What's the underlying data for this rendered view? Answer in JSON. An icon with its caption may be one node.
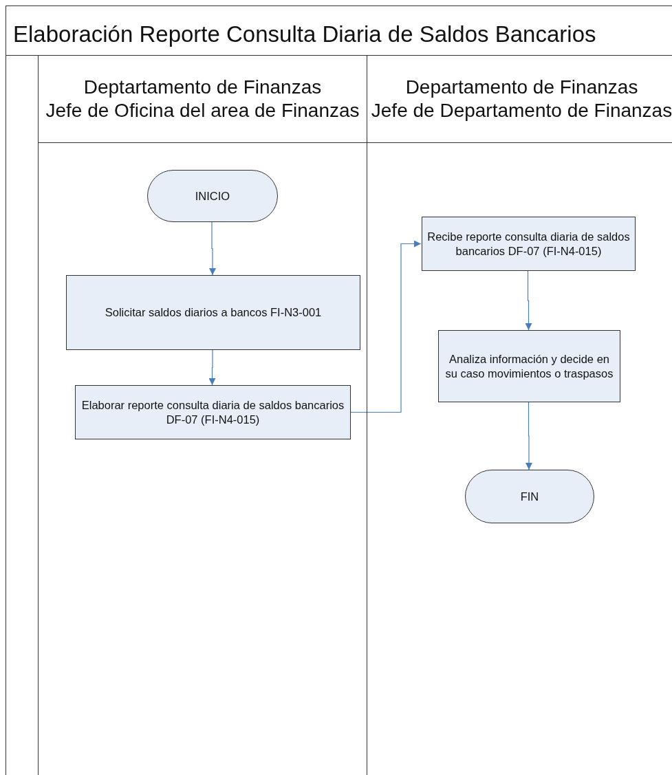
{
  "diagram": {
    "title": "Elaboración Reporte Consulta Diaria de Saldos Bancarios",
    "nodes": [
      {
        "text": [
          "Deptartamento de Finanzas",
          "Jefe de Oficina del area de Finanzas"
        ]
      },
      {
        "text": [
          "Departamento de Finanzas",
          "Jefe de Departamento de Finanzas"
        ]
      },
      {
        "text": [
          "INICIO"
        ],
        "in": 0
      },
      {
        "text": [
          "Solicitar saldos diarios a bancos FI-N3-001"
        ],
        "in": 0
      },
      {
        "text": [
          "Elaborar reporte consulta diaria de saldos bancarios DF-07 (FI-N4-015)"
        ],
        "in": 0
      },
      {
        "text": [
          "Recibe reporte consulta diaria de saldos bancarios DF-07 (FI-N4-015)"
        ],
        "in": 1
      },
      {
        "text": [
          "Analiza información y decide en su caso movimientos o traspasos"
        ],
        "in": 1
      },
      {
        "text": [
          "FIN"
        ],
        "in": 1
      }
    ],
    "edges": [
      {
        "from": 2,
        "to": 3,
        "arrow": "to"
      },
      {
        "from": 3,
        "to": 4,
        "arrow": "to"
      },
      {
        "from": 4,
        "to": 5,
        "arrow": "to"
      },
      {
        "from": 5,
        "to": 6,
        "arrow": "to"
      },
      {
        "from": 6,
        "to": 7,
        "arrow": "to"
      }
    ]
  }
}
